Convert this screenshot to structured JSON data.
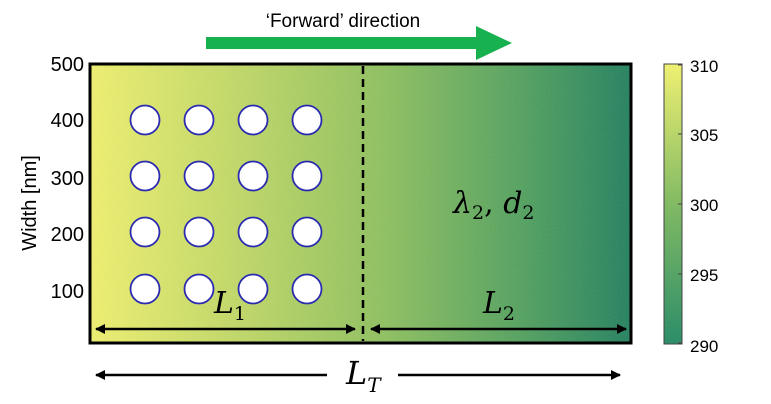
{
  "header": {
    "direction_label": "‘Forward’ direction",
    "arrow_color": "#18b14f"
  },
  "axis": {
    "ylabel": "Width [nm]",
    "ticks": [
      "500",
      "400",
      "300",
      "200",
      "100"
    ]
  },
  "colorbar": {
    "ticks": [
      "310",
      "305",
      "300",
      "295",
      "290"
    ],
    "color_high": "#f3f56a",
    "color_mid": "#7db95b",
    "color_low": "#1f8a62"
  },
  "region_right": {
    "lambda_label": "λ",
    "lambda_sub": "2",
    "sep": ", ",
    "d_label": "d",
    "d_sub": "2"
  },
  "lengths": {
    "l1_main": "L",
    "l1_sub": "1",
    "l2_main": "L",
    "l2_sub": "2",
    "lt_main": "L",
    "lt_sub": "T"
  },
  "pores": {
    "rows": 4,
    "cols": 4,
    "fill": "#ffffff",
    "stroke": "#2b2bb0"
  }
}
